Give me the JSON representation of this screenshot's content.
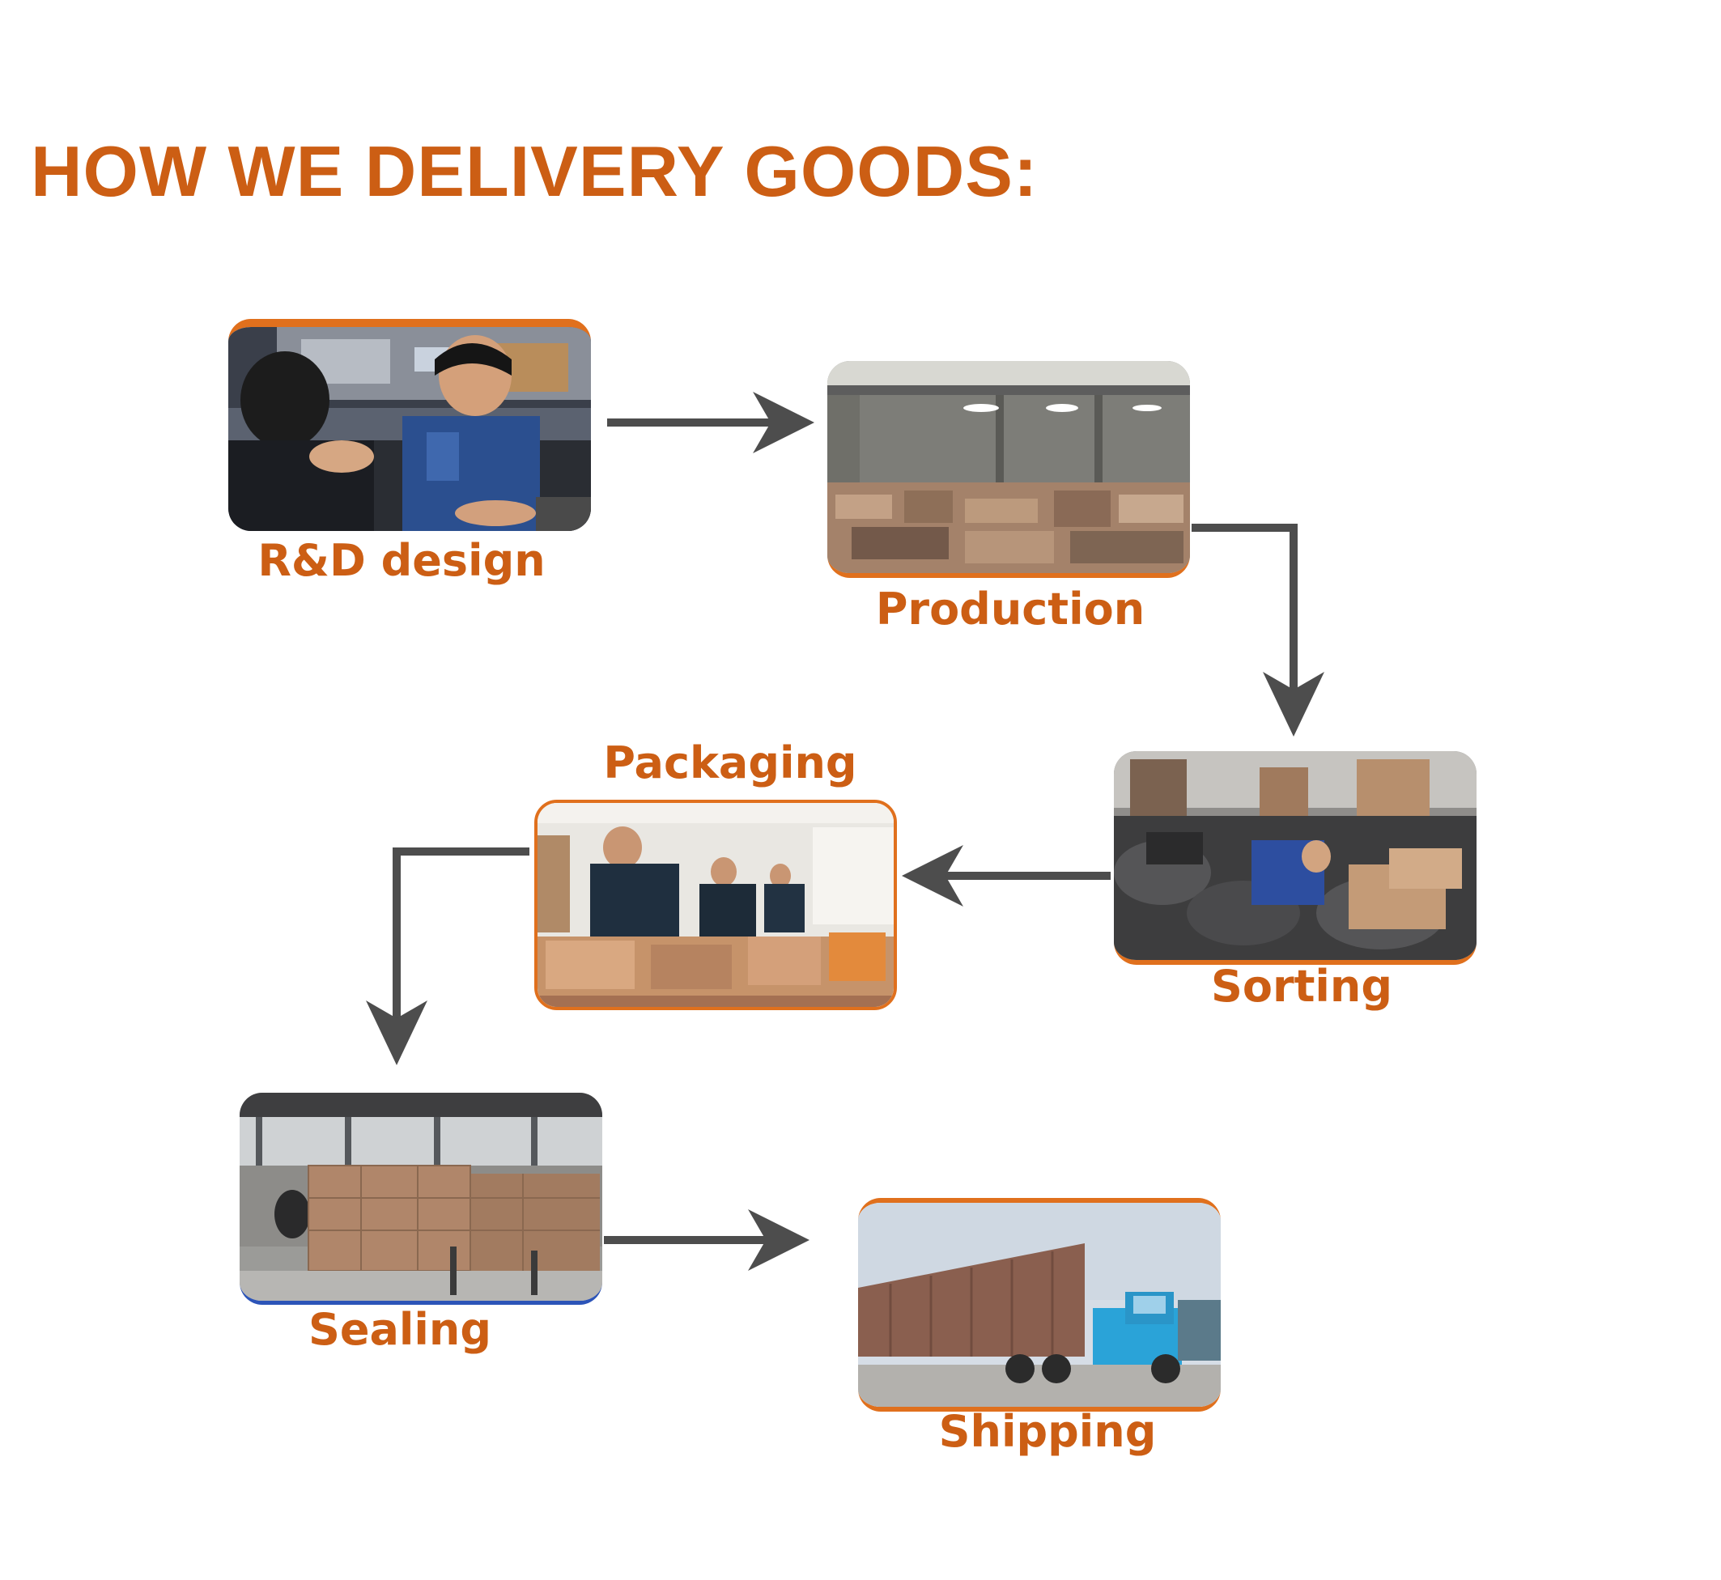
{
  "title": "HOW WE DELIVERY GOODS:",
  "colors": {
    "accent": "#cc5e14",
    "border": "#e0701d",
    "arrow": "#4d4d4d",
    "sealing_border": "#2c54b8"
  },
  "steps": [
    {
      "label": "R&D design",
      "image": "engineers-at-workbench-photo"
    },
    {
      "label": "Production",
      "image": "warehouse-production-floor-photo"
    },
    {
      "label": "Sorting",
      "image": "worker-sorting-parts-photo"
    },
    {
      "label": "Packaging",
      "image": "workers-packing-boxes-photo"
    },
    {
      "label": "Sealing",
      "image": "stacked-cartons-warehouse-photo"
    },
    {
      "label": "Shipping",
      "image": "container-truck-photo"
    }
  ]
}
